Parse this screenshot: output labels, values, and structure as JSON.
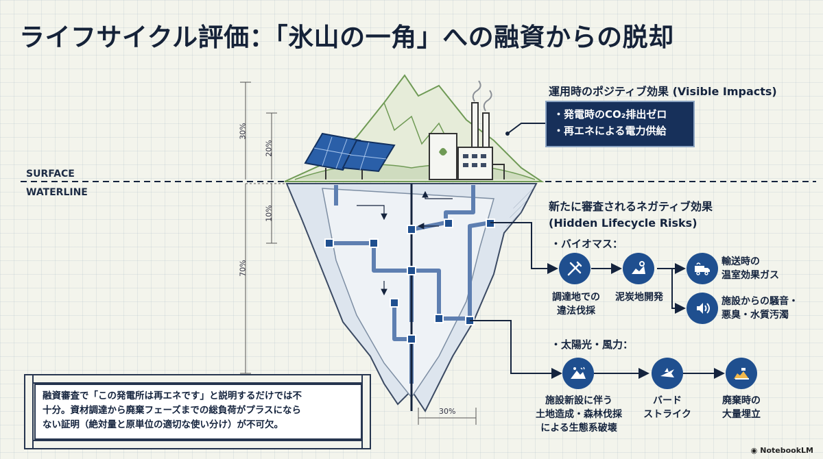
{
  "title": "ライフサイクル評価：「氷山の一角」への融資からの脱却",
  "labels": {
    "surface": "SURFACE",
    "waterline": "WATERLINE",
    "pct_30_top": "30%",
    "pct_20": "20%",
    "pct_10": "10%",
    "pct_70": "70%",
    "pct_30_bottom": "30%"
  },
  "visible": {
    "heading": "運用時のポジティブ効果 (Visible Impacts)",
    "items": [
      "・発電時のCO₂排出ゼロ",
      "・再エネによる電力供給"
    ]
  },
  "hidden": {
    "heading_line1": "新たに審査されるネガティブ効果",
    "heading_line2": "(Hidden Lifecycle Risks)",
    "biomass": {
      "label": "・バイオマス：",
      "nodes": [
        {
          "icon": "saw-tree-icon",
          "caption": [
            "調達地での",
            "違法伐採"
          ]
        },
        {
          "icon": "peat-map-icon",
          "caption": [
            "泥炭地開発"
          ]
        },
        {
          "icon": "truck-icon",
          "caption": [
            "輸送時の",
            "温室効果ガス"
          ]
        },
        {
          "icon": "speaker-icon",
          "caption": [
            "施設からの騒音・",
            "悪臭・水質汚濁"
          ]
        }
      ]
    },
    "solar_wind": {
      "label": "・太陽光・風力：",
      "nodes": [
        {
          "icon": "landslide-icon",
          "caption": [
            "施設新設に伴う",
            "土地造成・森林伐採",
            "による生態系破壊"
          ]
        },
        {
          "icon": "bird-strike-icon",
          "caption": [
            "バード",
            "ストライク"
          ]
        },
        {
          "icon": "landfill-icon",
          "caption": [
            "廃棄時の",
            "大量埋立"
          ]
        }
      ]
    }
  },
  "note": {
    "lines": [
      "融資審査で「この発電所は再エネです」と説明するだけでは不",
      "十分。資材調達から廃棄フェーズまでの総負荷がプラスになら",
      "ない証明（絶対量と原単位の適切な使い分け）が不可欠。"
    ]
  },
  "brand": "NotebookLM",
  "colors": {
    "navy": "#17305a",
    "icon_blue": "#1f4f8f",
    "green": "#6f9a55",
    "ice": "#c9d4df"
  }
}
